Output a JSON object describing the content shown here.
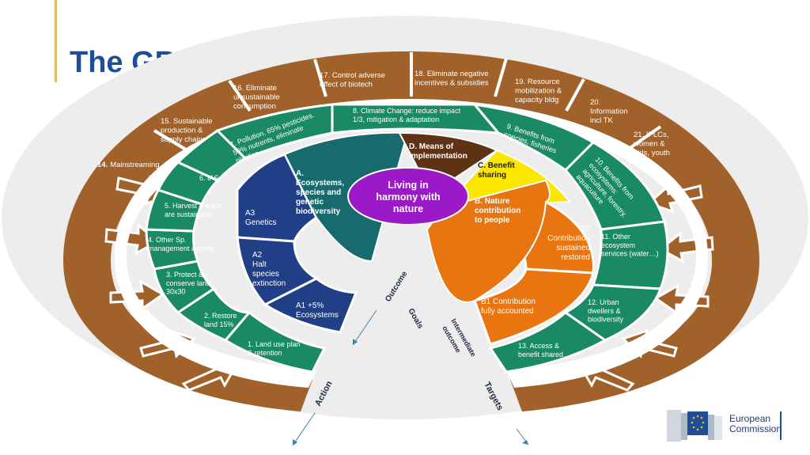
{
  "title": "The GBF",
  "center": {
    "line1": "Living in",
    "line2": "harmony with",
    "line3": "nature"
  },
  "goals": {
    "a": [
      "A.",
      "Ecosystems,",
      "species and",
      "genetic",
      "biodiversity"
    ],
    "b": [
      "B. Nature",
      "contribution",
      "to people"
    ],
    "c": [
      "C. Benefit",
      "sharing"
    ],
    "d": [
      "D. Means of",
      "implementation"
    ]
  },
  "intermediate": {
    "a3": [
      "A3",
      "Genetics"
    ],
    "a2": [
      "A2",
      "Halt",
      "species",
      "extinction"
    ],
    "a1": [
      "A1 +5%",
      "Ecosystems"
    ],
    "b2": [
      "B2",
      "Contribution",
      "sustained",
      "restored"
    ],
    "b1": [
      "B1 Contribution",
      "fully accounted"
    ]
  },
  "targets": {
    "t1": [
      "1. Land use plan",
      "& retention"
    ],
    "t2": [
      "2. Restore",
      "land 15%"
    ],
    "t3": [
      "3. Protect &",
      "conserve land",
      "30x30"
    ],
    "t4": [
      "4. Other Sp.",
      "management actions"
    ],
    "t5": [
      "5. Harvest & trade",
      "are sustainable"
    ],
    "t6": [
      "6. IAS"
    ],
    "t7": [
      "7. Pollution, 65% pesticides.",
      "50% nutrents, eliminate",
      "plastics"
    ],
    "t8": [
      "8. Climate Change: reduce impact",
      "1/3, mitigation & adaptation"
    ],
    "t9": [
      "9. Benefits from",
      "species, fisheries"
    ],
    "t10": [
      "10. Benefits from",
      "ecosystems:",
      "agriculture, forestry,",
      "aquaculture"
    ],
    "t11": [
      "11. Other",
      "ecosystem",
      "services (water…)"
    ],
    "t12": [
      "12. Urban",
      "dwellers &",
      "biodiversity"
    ],
    "t13": [
      "13. Access &",
      "benefit shared"
    ],
    "t14_num": "14.",
    "t14_text": "Mainstreaming",
    "t15": [
      "15. Sustainable",
      "production &",
      "supply chains"
    ],
    "t16": [
      "16. Eliminate",
      "unsustainable",
      "consumption"
    ],
    "t17": [
      "17. Control adverse",
      "effect of biotech"
    ],
    "t18": [
      "18. Eliminate negative",
      "incentives & subsidies"
    ],
    "t19": [
      "19. Resource",
      "mobilization &",
      "capacity bldg"
    ],
    "t20": [
      "20.",
      "Information",
      "incl TK"
    ],
    "t21": [
      "21. IPLCs,",
      "women &",
      "girls, youth"
    ]
  },
  "axis_labels": {
    "outcome": "Outcome",
    "goals": "Goals",
    "intermediate": "Intermediate",
    "intermediate2": "outcome",
    "action": "Action",
    "targets": "Targets"
  },
  "logo": {
    "line1": "European",
    "line2": "Commission"
  },
  "colors": {
    "brown": "#a0622a",
    "green": "#1a8a64",
    "teal": "#176a6d",
    "navy": "#213f86",
    "orange": "#e8750f",
    "yellow": "#fbe600",
    "dark_brown": "#5e3214",
    "purple": "#9b19c7",
    "title_blue": "#1f4e99",
    "halo": "#ededed"
  }
}
